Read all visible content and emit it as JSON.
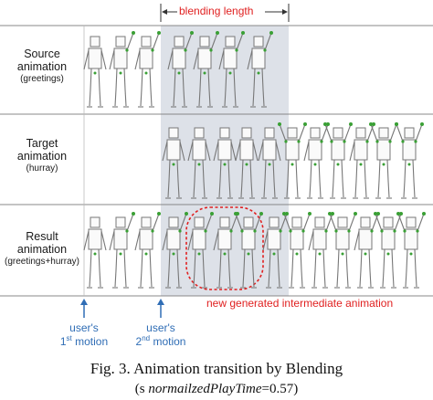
{
  "blending_label": "blending length",
  "rows": [
    {
      "name": "Source",
      "line2": "animation",
      "sub": "(greetings)"
    },
    {
      "name": "Target",
      "line2": "animation",
      "sub": "(hurray)"
    },
    {
      "name": "Result",
      "line2": "animation",
      "sub": "(greetings+hurray)"
    }
  ],
  "motion_labels": {
    "first": {
      "line1": "user's",
      "num": "1",
      "sup": "st",
      "word": "motion"
    },
    "second": {
      "line1": "user's",
      "num": "2",
      "sup": "nd",
      "word": "motion"
    }
  },
  "note": "new generated intermediate animation",
  "caption": {
    "line1": "Fig. 3. Animation transition by Blending",
    "line2_prefix": "(s  ",
    "line2_var": "normailzedPlayTime",
    "line2_suffix": "=0.57)"
  },
  "colors": {
    "blend_region": "#dde1e8",
    "accent_red": "#e02020",
    "motion_blue": "#2f6db5",
    "figure_gray": "#777777",
    "joint_green": "#3aa035"
  }
}
